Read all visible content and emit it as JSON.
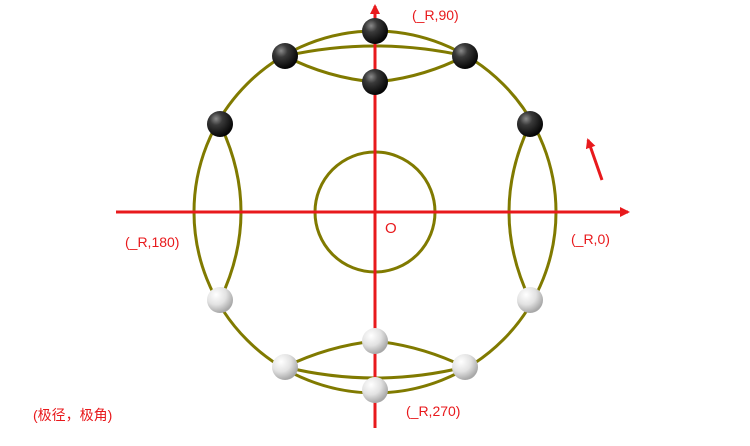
{
  "labels": {
    "origin": "O",
    "angle_0": "(_R,0)",
    "angle_90": "(_R,90)",
    "angle_180": "(_R,180)",
    "angle_270": "(_R,270)",
    "polar_note": "(极径，极角)"
  },
  "colors": {
    "axis": "#e8191c",
    "circle_stroke": "#807a00",
    "dark_ball": "#1a1a1a",
    "light_ball": "#d9d9d9",
    "background": "#ffffff"
  },
  "balls": {
    "dark_count": 6,
    "light_count": 6
  },
  "icons": {
    "rotation_arrow": "red-arrow-icon"
  }
}
